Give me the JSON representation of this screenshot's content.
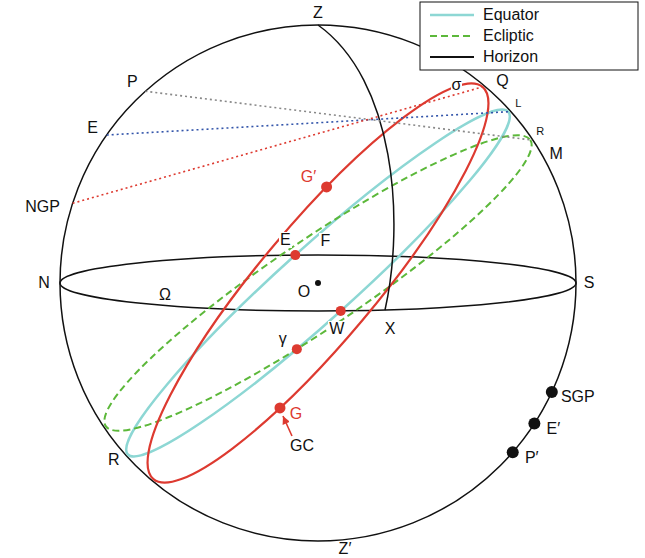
{
  "diagram": {
    "labels": [
      "Z",
      "P",
      "σ",
      "Q",
      "E",
      "L",
      "R",
      "M",
      "NGP",
      "E",
      "F",
      "G′",
      "N",
      "Ω",
      "O",
      "S",
      "W",
      "X",
      "SGP",
      "γ",
      "G",
      "E′",
      "GC",
      "P′",
      "R",
      "Z′"
    ],
    "legend": [
      {
        "text": "Equator"
      },
      {
        "text": "Ecliptic"
      },
      {
        "text": "Horizon"
      }
    ]
  }
}
